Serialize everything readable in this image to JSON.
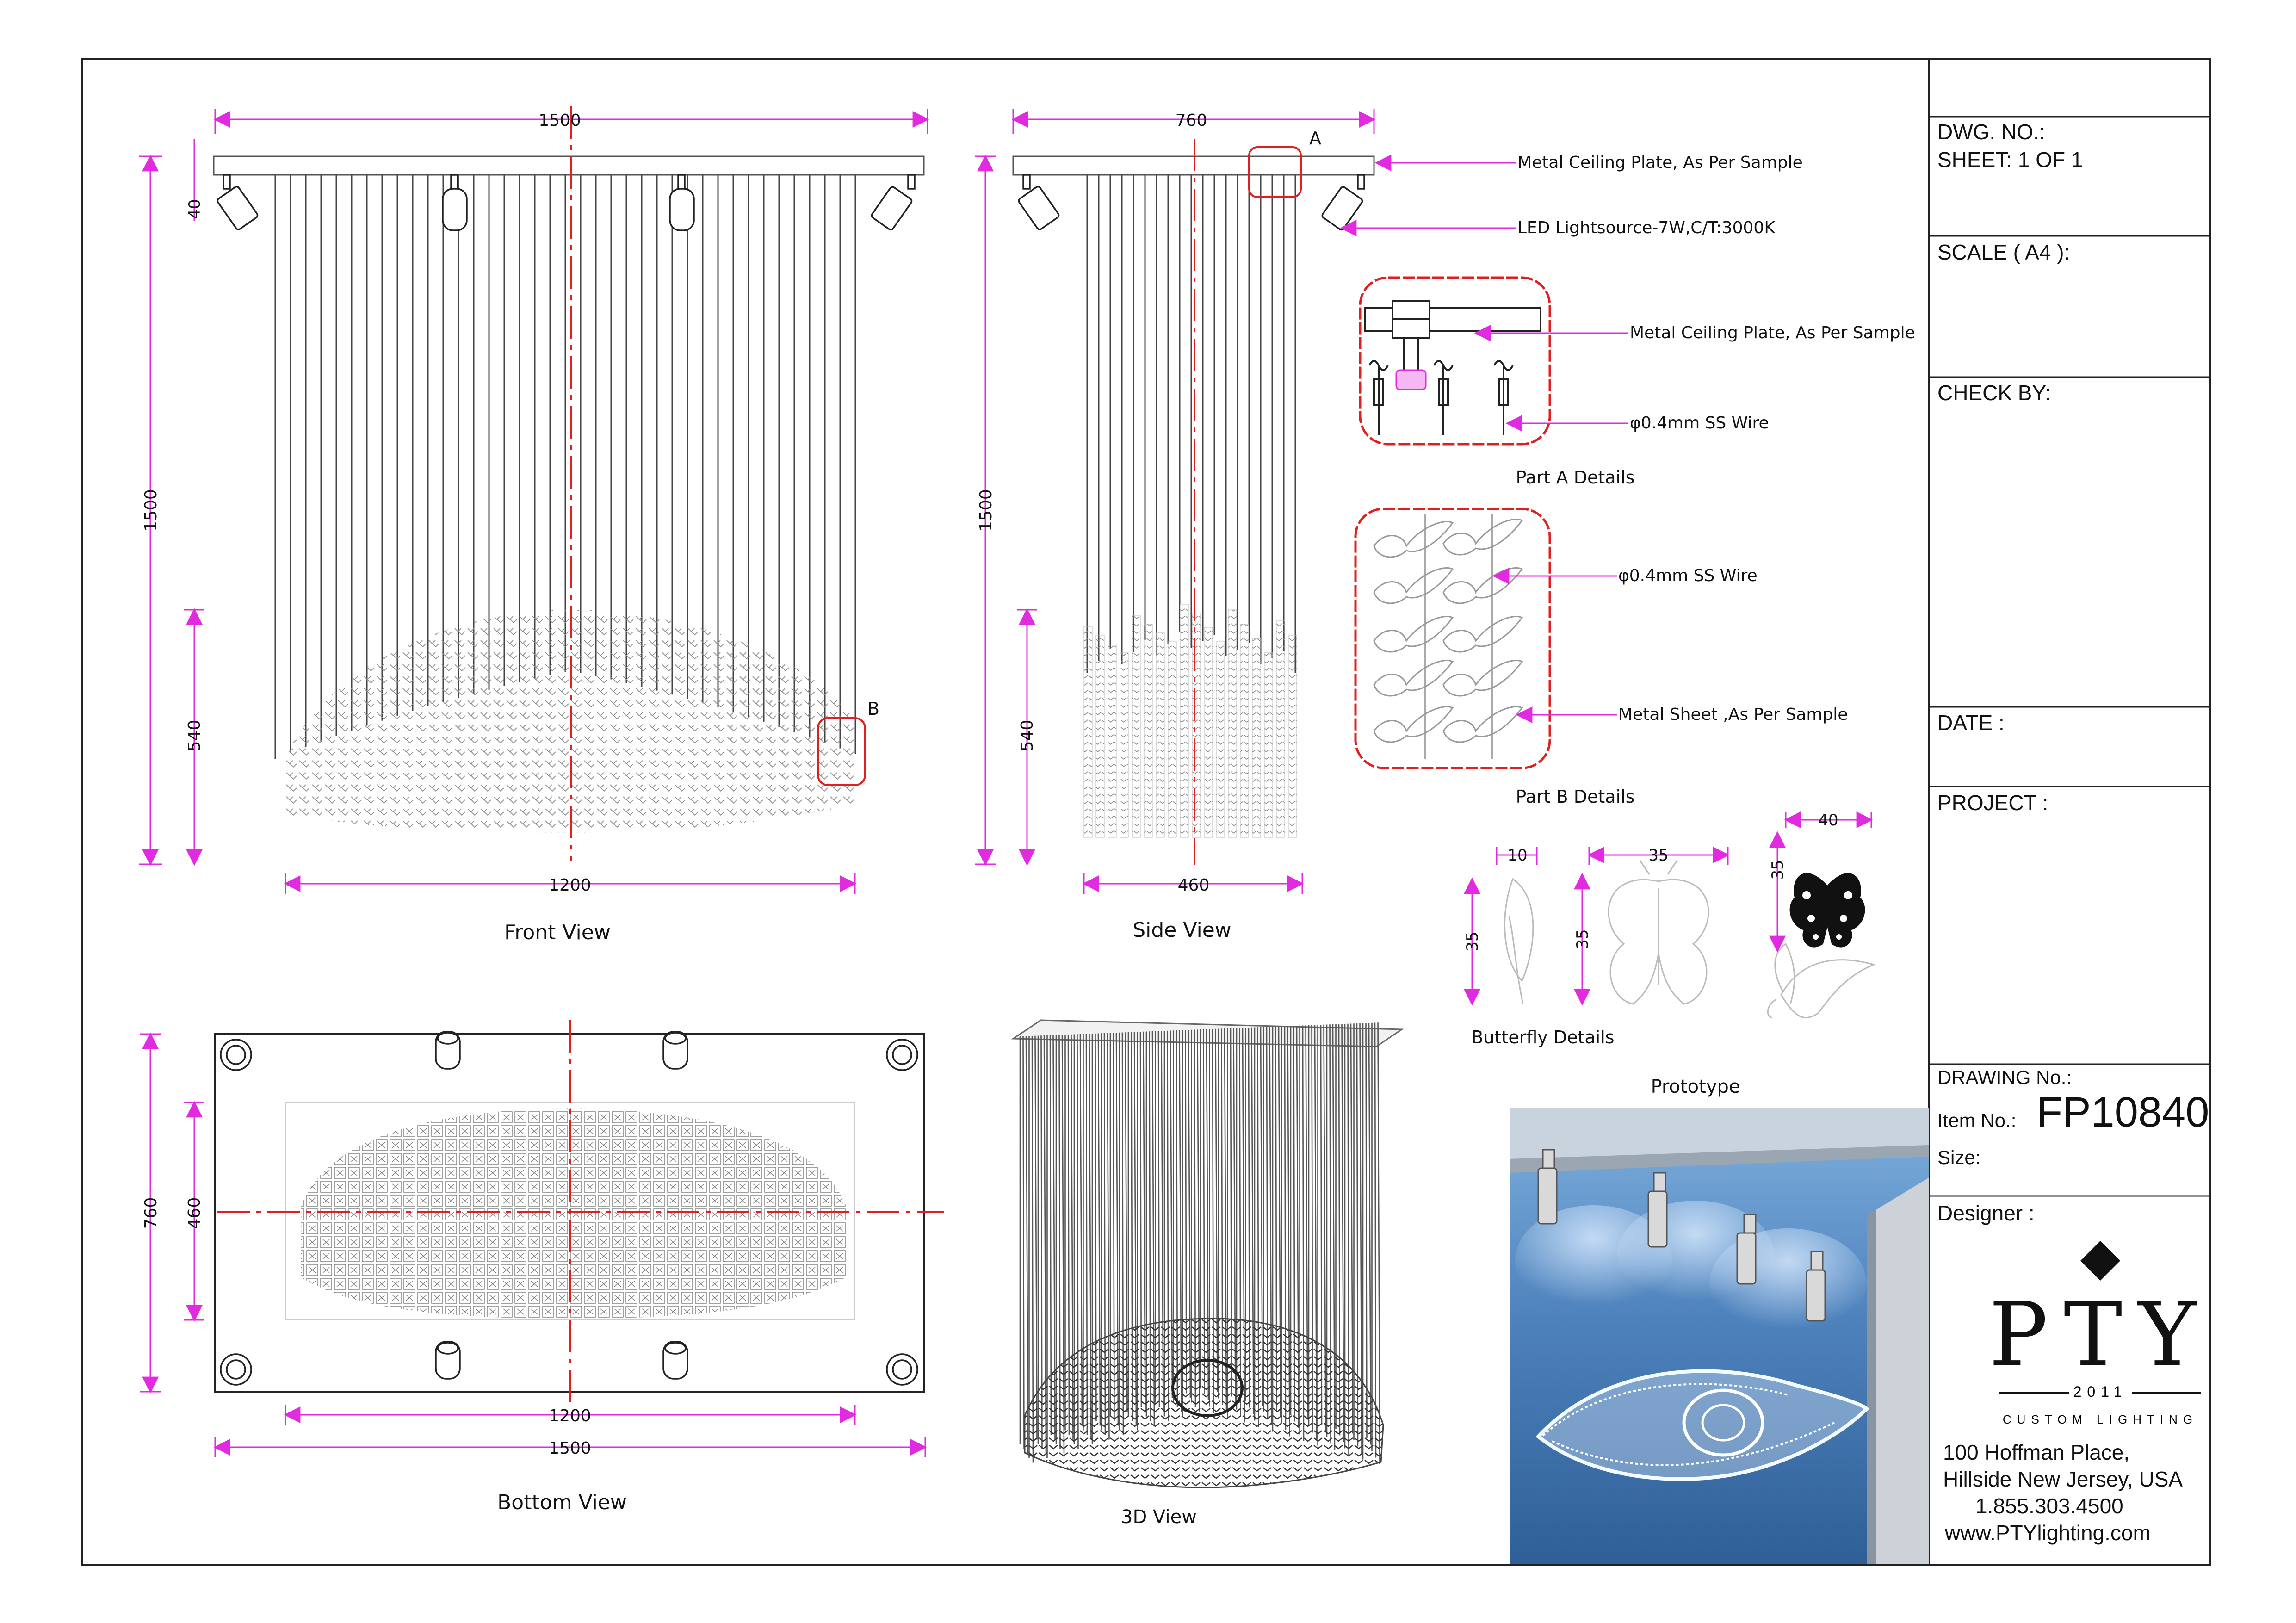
{
  "views": {
    "front": "Front View",
    "side": "Side View",
    "bottom": "Bottom View",
    "three_d": "3D View",
    "part_a": "Part A Details",
    "part_b": "Part B Details",
    "butterfly": "Butterfly Details",
    "prototype": "Prototype"
  },
  "callouts": {
    "marker_a": "A",
    "marker_b": "B",
    "ceiling_plate": "Metal Ceiling Plate, As Per Sample",
    "led": "LED Lightsource-7W,C/T:3000K",
    "ceiling_plate_detail": "Metal Ceiling Plate, As Per Sample",
    "wire_a": "φ0.4mm SS Wire",
    "wire_b": "φ0.4mm SS Wire",
    "metal_sheet": "Metal Sheet ,As Per Sample"
  },
  "dimensions": {
    "front_width": "1500",
    "front_height": "1500",
    "front_plate": "40",
    "front_cluster": "540",
    "front_cluster_width": "1200",
    "side_width": "760",
    "side_height": "1500",
    "side_cluster": "540",
    "side_cluster_width": "460",
    "bottom_depth": "760",
    "bottom_inner": "460",
    "bottom_inner_width": "1200",
    "bottom_width": "1500",
    "bf_side_width": "10",
    "bf_side_height": "35",
    "bf_front_width": "35",
    "bf_front_height": "35",
    "bf_black_width": "40",
    "bf_black_height": "35"
  },
  "title_block": {
    "dwg_no": "DWG. NO.:",
    "sheet": "SHEET: 1 OF 1",
    "scale": "SCALE ( A4 ):",
    "check_by": "CHECK BY:",
    "date": "DATE :",
    "project": "PROJECT :",
    "drawing_no": "DRAWING No.:",
    "item_no_label": "Item No.:",
    "item_no_value": "FP10840",
    "size": "Size:",
    "designer": "Designer :"
  },
  "company": {
    "logo_word": "PTY",
    "logo_year": "2011",
    "logo_tagline": "CUSTOM LIGHTING",
    "address_line1": "100 Hoffman Place,",
    "address_line2": "Hillside New Jersey, USA",
    "phone": "1.855.303.4500",
    "website": "www.PTYlighting.com"
  },
  "colors": {
    "dimension": "#e22be0",
    "centerline": "#e02020",
    "detail_outline": "#e02020",
    "line": "#333333",
    "photo_wall": "#5a8fc8"
  }
}
